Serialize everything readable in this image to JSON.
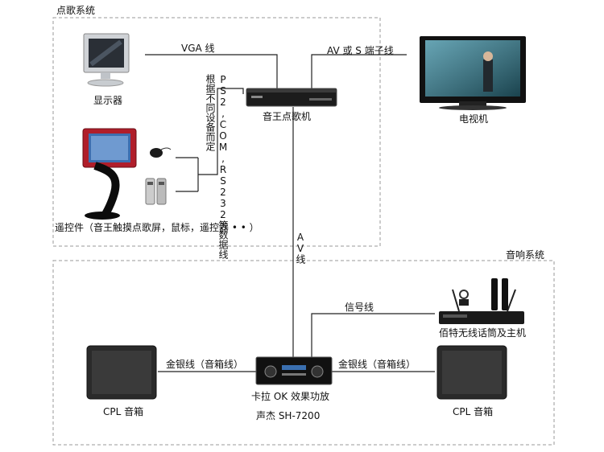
{
  "sections": {
    "ktv": "点歌系统",
    "audio": "音响系统"
  },
  "devices": {
    "monitor": "显示器",
    "jukebox": "音王点歌机",
    "tv": "电视机",
    "remote_parts": "遥控件（音王触摸点歌屏，鼠标，遥控器 • • ）",
    "wireless_mic": "佰特无线话筒及主机",
    "amplifier_line1": "卡拉 OK 效果功放",
    "amplifier_line2": "声杰 SH-7200",
    "speaker_left": "CPL 音箱",
    "speaker_right": "CPL 音箱"
  },
  "cables": {
    "vga": "VGA 线",
    "av_s": "AV 或 S 端子线",
    "data_col1": "PS2,COM,RS232等数据线",
    "data_col2": "根据不同设备而定",
    "av": "AV线",
    "signal": "信号线",
    "gold_left": "金银线（音箱线）",
    "gold_right": "金银线（音箱线）"
  }
}
